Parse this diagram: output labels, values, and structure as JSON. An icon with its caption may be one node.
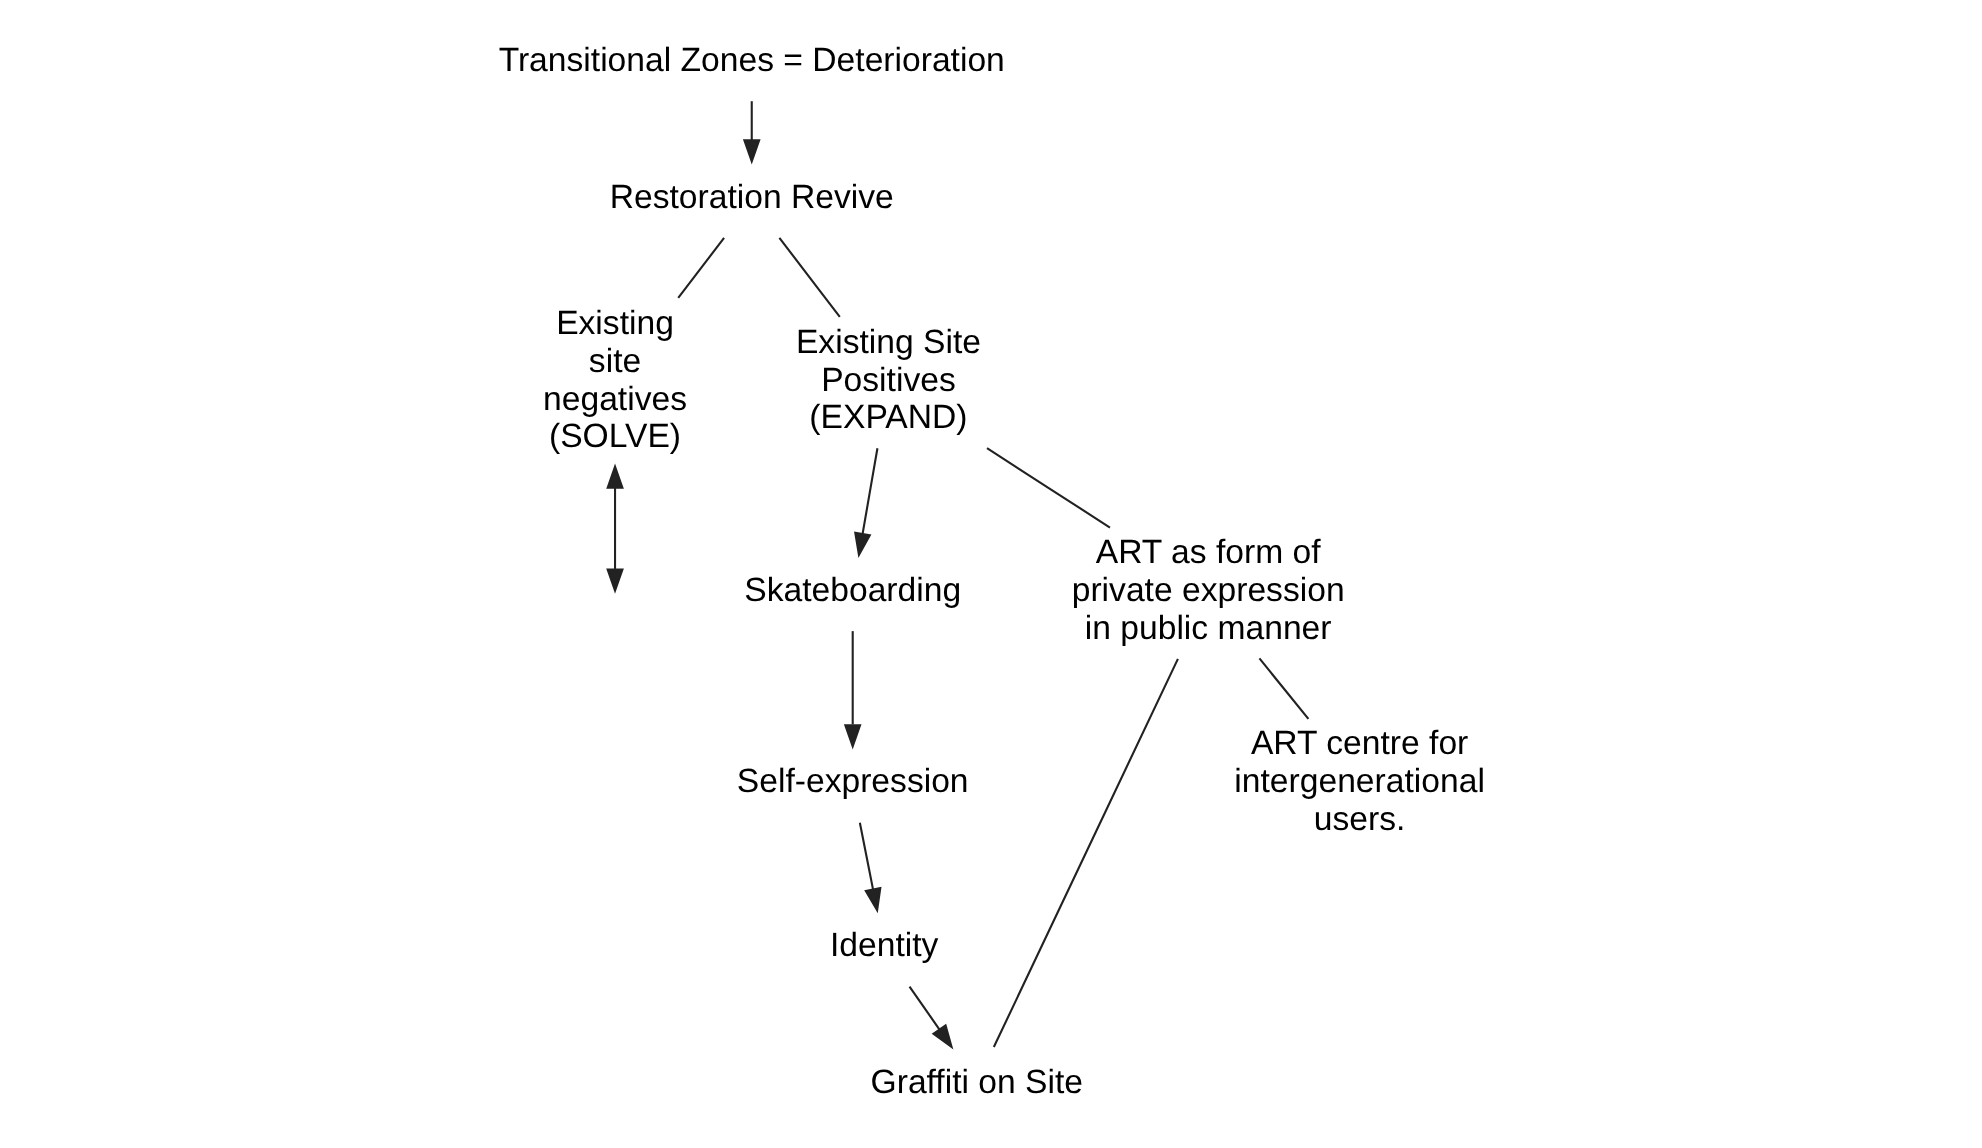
{
  "diagram": {
    "nodes": [
      {
        "text": [
          "Transitional Zones = Deterioration"
        ]
      },
      {
        "text": [
          "Restoration Revive"
        ]
      },
      {
        "text": [
          "Existing site negatives (SOLVE)"
        ]
      },
      {
        "text": [
          "Existing Site Positives (EXPAND)"
        ]
      },
      {
        "text": [
          "Skateboarding"
        ]
      },
      {
        "text": [
          "Self-expression"
        ]
      },
      {
        "text": [
          "Identity"
        ]
      },
      {
        "text": [
          "Graffiti on Site"
        ]
      },
      {
        "text": [
          "ART as form of private expression in public manner"
        ]
      },
      {
        "text": [
          "ART centre for intergenerational users."
        ]
      }
    ],
    "edges": [
      {
        "from": 0,
        "to": 1,
        "arrow": "to"
      },
      {
        "from": 1,
        "to": 2,
        "arrow": "none"
      },
      {
        "from": 1,
        "to": 3,
        "arrow": "none"
      },
      {
        "from": 2,
        "to": null,
        "arrow": "both"
      },
      {
        "from": 3,
        "to": 4,
        "arrow": "to"
      },
      {
        "from": 4,
        "to": 5,
        "arrow": "to"
      },
      {
        "from": 5,
        "to": 6,
        "arrow": "to"
      },
      {
        "from": 6,
        "to": 7,
        "arrow": "to"
      },
      {
        "from": 3,
        "to": 8,
        "arrow": "none"
      },
      {
        "from": 8,
        "to": 7,
        "arrow": "none"
      },
      {
        "from": 8,
        "to": 9,
        "arrow": "none"
      }
    ]
  }
}
